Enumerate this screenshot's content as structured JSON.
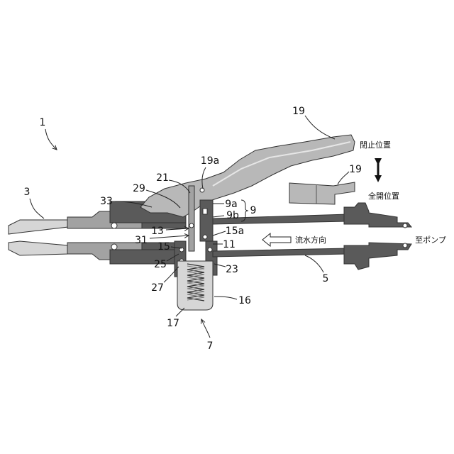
{
  "refs": {
    "ref_1": "1",
    "ref_3": "3",
    "ref_5": "5",
    "ref_7": "7",
    "ref_9": "9",
    "ref_9a": "9a",
    "ref_9b": "9b",
    "ref_11": "11",
    "ref_13": "13",
    "ref_15": "15",
    "ref_15a": "15a",
    "ref_16": "16",
    "ref_17": "17",
    "ref_19": "19",
    "ref_19_open": "19",
    "ref_19a": "19a",
    "ref_21": "21",
    "ref_23": "23",
    "ref_25": "25",
    "ref_27": "27",
    "ref_29": "29",
    "ref_31": "31",
    "ref_33": "33"
  },
  "annotations": {
    "closed_position": "閉止位置",
    "open_position": "全開位置",
    "flow_direction": "流水方向",
    "to_pump": "至ポンプ"
  },
  "colors": {
    "dark": "#5a5a5a",
    "mid": "#a2a2a2",
    "light": "#d6d6d6",
    "lever": "#b8b8b8"
  }
}
